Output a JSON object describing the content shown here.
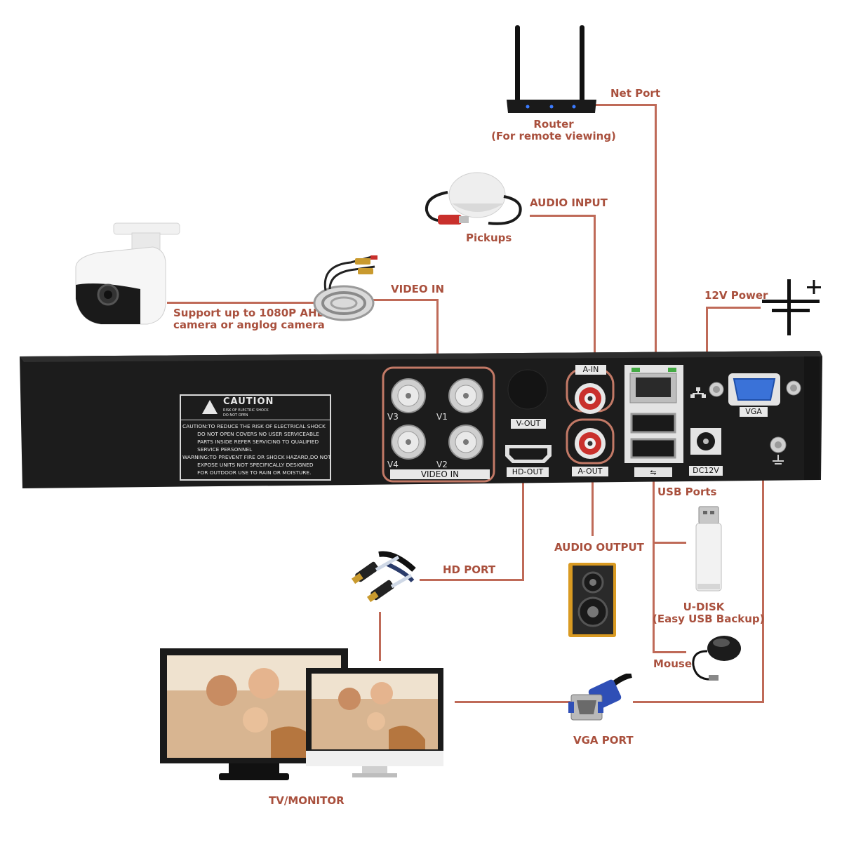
{
  "labels": {
    "net_port": "Net Port",
    "router": "Router",
    "router_note": "(For remote viewing)",
    "audio_input": "AUDIO INPUT",
    "pickups": "Pickups",
    "camera_support_line1": "Support up to 1080P AHD",
    "camera_support_line2": "camera or anglog camera",
    "video_in": "VIDEO IN",
    "power_12v": "12V Power",
    "usb_ports": "USB Ports",
    "audio_output": "AUDIO OUTPUT",
    "hd_port": "HD PORT",
    "udisk": "U-DISK",
    "udisk_note": "(Easy USB Backup)",
    "mouse": "Mouse",
    "vga_port": "VGA PORT",
    "tv_monitor": "TV/MONITOR"
  },
  "dvr_panel": {
    "caution_title": "CAUTION",
    "caution_sub1": "RISK OF ELECTRIC SHOCK",
    "caution_sub2": "DO NOT OPEN",
    "caution_text": "CAUTION:TO REDUCE THE RISK OF ELECTRICAL SHOCK\n         DO NOT OPEN COVERS NO USER SERVICEABLE\n         PARTS INSIDE REFER SERVICING TO QUALIFIED\n         SERVICE PERSONNEL\nWARNING:TO PREVENT FIRE OR SHOCK HAZARD,DO NOT\n         EXPOSE UNITS NOT SPECIFICALLY DESIGNED\n         FOR OUTDOOR USE TO RAIN OR MOISTURE.",
    "channel_v1": "V1",
    "channel_v2": "V2",
    "channel_v3": "V3",
    "channel_v4": "V4",
    "video_in_panel": "VIDEO IN",
    "v_out": "V-OUT",
    "hd_out": "HD-OUT",
    "a_in": "A-IN",
    "a_out": "A-OUT",
    "vga": "VGA",
    "dc12v": "DC12V"
  },
  "colors": {
    "accent": "#a9503d",
    "connector_line": "#bf6a58",
    "dvr_body": "#1c1c1c"
  }
}
